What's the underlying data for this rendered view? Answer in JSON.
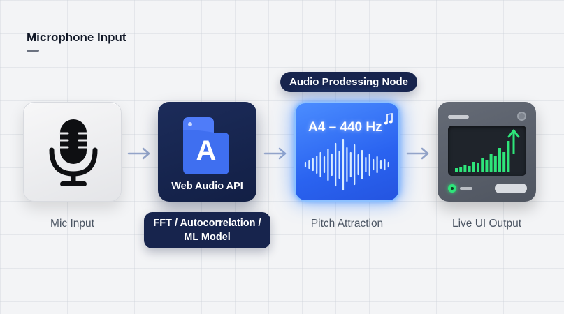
{
  "header": {
    "title": "Microphone Input"
  },
  "nodes": {
    "mic": {
      "caption": "Mic Input",
      "icon": "microphone-icon"
    },
    "webaudio": {
      "label": "Web Audio API",
      "icon_letter": "A",
      "icon": "app-tile-icon"
    },
    "pitch": {
      "label": "A4 – 440 Hz",
      "caption": "Pitch Attraction",
      "icon": "waveform-icon",
      "note_icon": "music-note-icon"
    },
    "output": {
      "caption": "Live UI Output",
      "icon": "bar-chart-trend-icon"
    }
  },
  "pills": {
    "audio_node": "Audio Prodessing Node",
    "fft_line1": "FFT / Autocorrelation /",
    "fft_line2": "ML Model"
  },
  "colors": {
    "navy": "#17244d",
    "accent_blue": "#2f6bff",
    "glow_blue": "#8dc1ff",
    "signal_green": "#2ee57a",
    "arrow": "#93a4c9"
  }
}
